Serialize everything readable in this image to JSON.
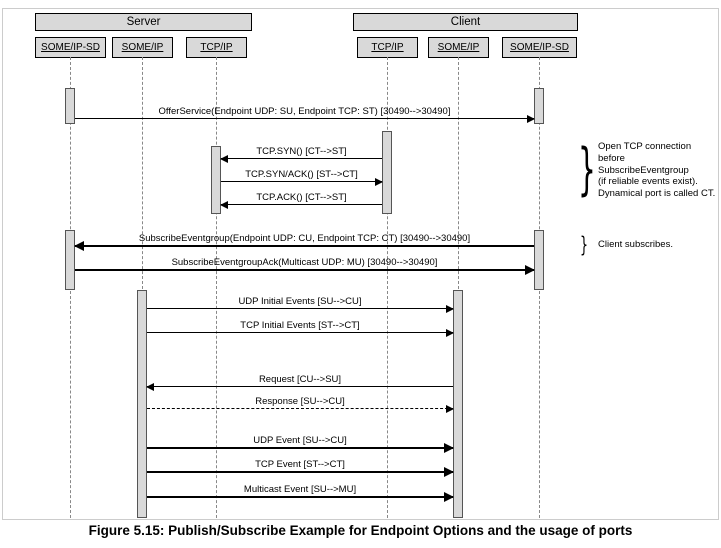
{
  "figure": {
    "groups": {
      "server": "Server",
      "client": "Client"
    },
    "components": [
      "SOME/IP-SD",
      "SOME/IP",
      "TCP/IP",
      "TCP/IP",
      "SOME/IP",
      "SOME/IP-SD"
    ],
    "messages": [
      {
        "label": "OfferService(Endpoint UDP: SU, Endpoint TCP: ST) [30490-->30490]",
        "direction": "right",
        "line": "solid"
      },
      {
        "label": "TCP.SYN() [CT-->ST]",
        "direction": "left",
        "line": "solid"
      },
      {
        "label": "TCP.SYN/ACK() [ST-->CT]",
        "direction": "right",
        "line": "solid"
      },
      {
        "label": "TCP.ACK() [CT-->ST]",
        "direction": "left",
        "line": "solid"
      },
      {
        "label": "SubscribeEventgroup(Endpoint UDP: CU, Endpoint TCP: CT) [30490-->30490]",
        "direction": "left",
        "line": "thick"
      },
      {
        "label": "SubscribeEventgroupAck(Multicast UDP: MU) [30490-->30490]",
        "direction": "right",
        "line": "thick"
      },
      {
        "label": "UDP Initial Events [SU-->CU]",
        "direction": "right",
        "line": "solid"
      },
      {
        "label": "TCP Initial Events [ST-->CT]",
        "direction": "right",
        "line": "solid"
      },
      {
        "label": "Request [CU-->SU]",
        "direction": "left",
        "line": "solid"
      },
      {
        "label": "Response [SU-->CU]",
        "direction": "right",
        "line": "dashed"
      },
      {
        "label": "UDP Event [SU-->CU]",
        "direction": "right",
        "line": "thick"
      },
      {
        "label": "TCP Event [ST-->CT]",
        "direction": "right",
        "line": "thick"
      },
      {
        "label": "Multicast Event [SU-->MU]",
        "direction": "right",
        "line": "thick"
      }
    ],
    "braces": {
      "open_brace": "}"
    },
    "annotations": [
      {
        "text": "Open TCP connection\nbefore SubscribeEventgroup\n(if reliable events exist).\nDynamical port is called CT."
      },
      {
        "text": "Client subscribes."
      }
    ],
    "caption": "Figure 5.15: Publish/Subscribe Example for Endpoint Options and the usage of ports"
  }
}
